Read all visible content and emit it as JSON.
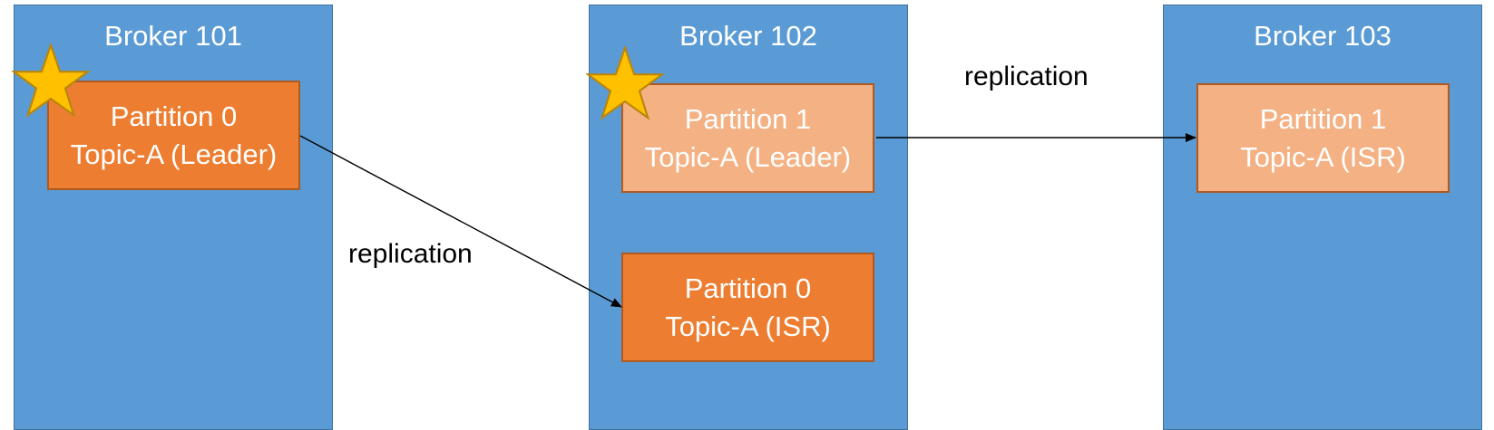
{
  "brokers": [
    {
      "title": "Broker 101"
    },
    {
      "title": "Broker 102"
    },
    {
      "title": "Broker 103"
    }
  ],
  "partitions": {
    "p0_leader": {
      "line1": "Partition 0",
      "line2": "Topic-A (Leader)"
    },
    "p1_leader": {
      "line1": "Partition 1",
      "line2": "Topic-A (Leader)"
    },
    "p0_isr": {
      "line1": "Partition 0",
      "line2": "Topic-A (ISR)"
    },
    "p1_isr": {
      "line1": "Partition 1",
      "line2": "Topic-A (ISR)"
    }
  },
  "labels": {
    "replication_left": "replication",
    "replication_right": "replication"
  },
  "colors": {
    "broker_fill": "#5b9bd5",
    "partition_dark": "#ed7d31",
    "partition_light": "#f4b183",
    "star_fill": "#ffc000"
  }
}
